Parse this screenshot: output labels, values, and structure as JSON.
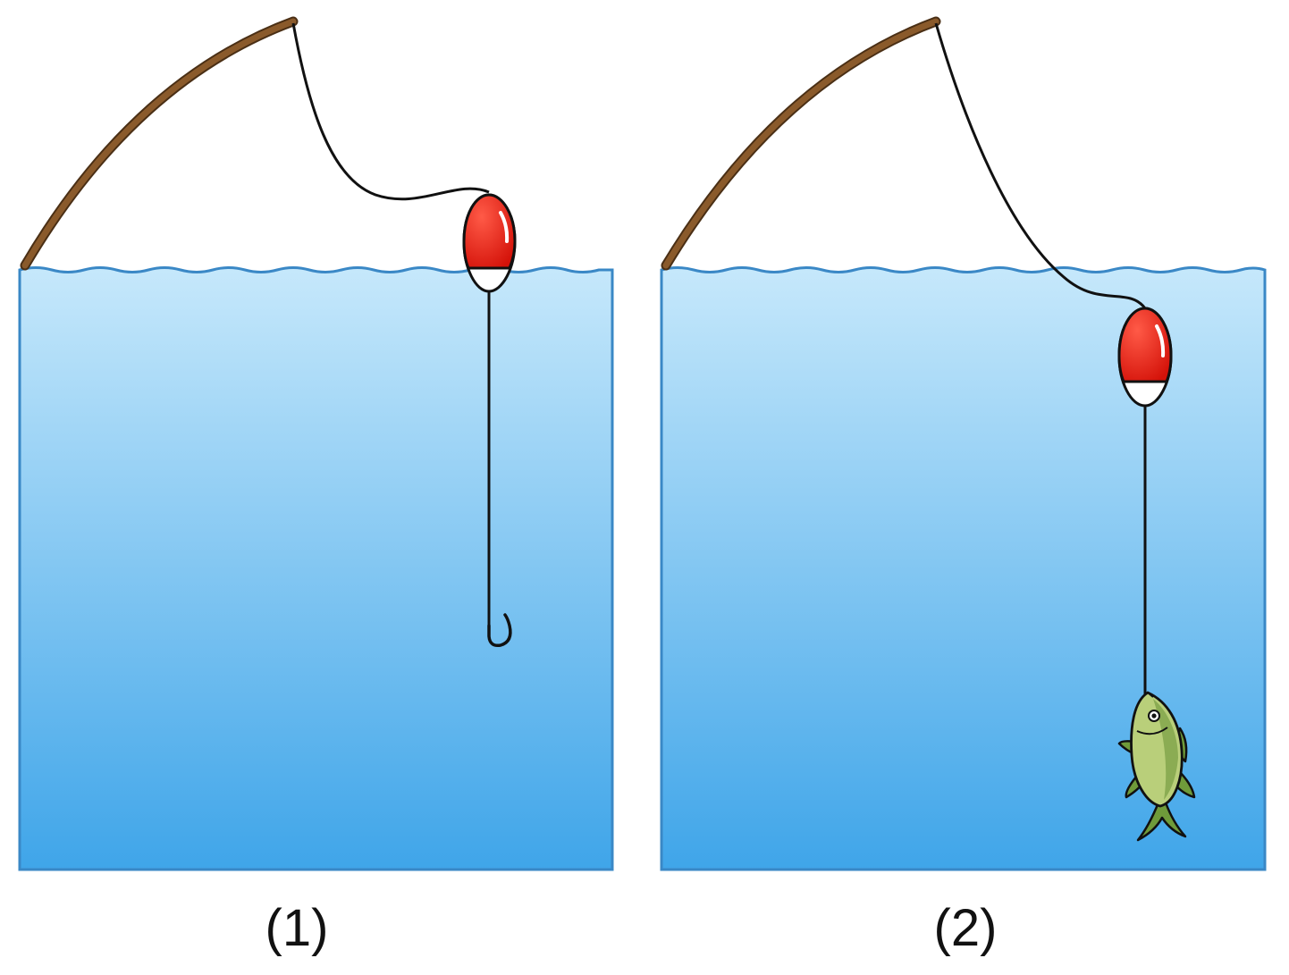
{
  "panels": [
    {
      "label": "(1)",
      "state": "float-on-surface",
      "hook": "empty"
    },
    {
      "label": "(2)",
      "state": "float-submerged",
      "hook": "fish-caught"
    }
  ],
  "colors": {
    "water_top": "#c6e8fb",
    "water_bottom": "#3fa5e9",
    "water_outline": "#3a88c6",
    "rod": "#8a5a2b",
    "rod_outline": "#4a2f15",
    "float_red": "#e0190f",
    "float_white": "#ffffff",
    "line": "#111111",
    "fish_body": "#b9cf7a",
    "fish_fin": "#6f9b3a"
  },
  "icons": [
    "fishing-rod-icon",
    "fishing-float-icon",
    "fish-hook-icon",
    "fish-icon"
  ]
}
